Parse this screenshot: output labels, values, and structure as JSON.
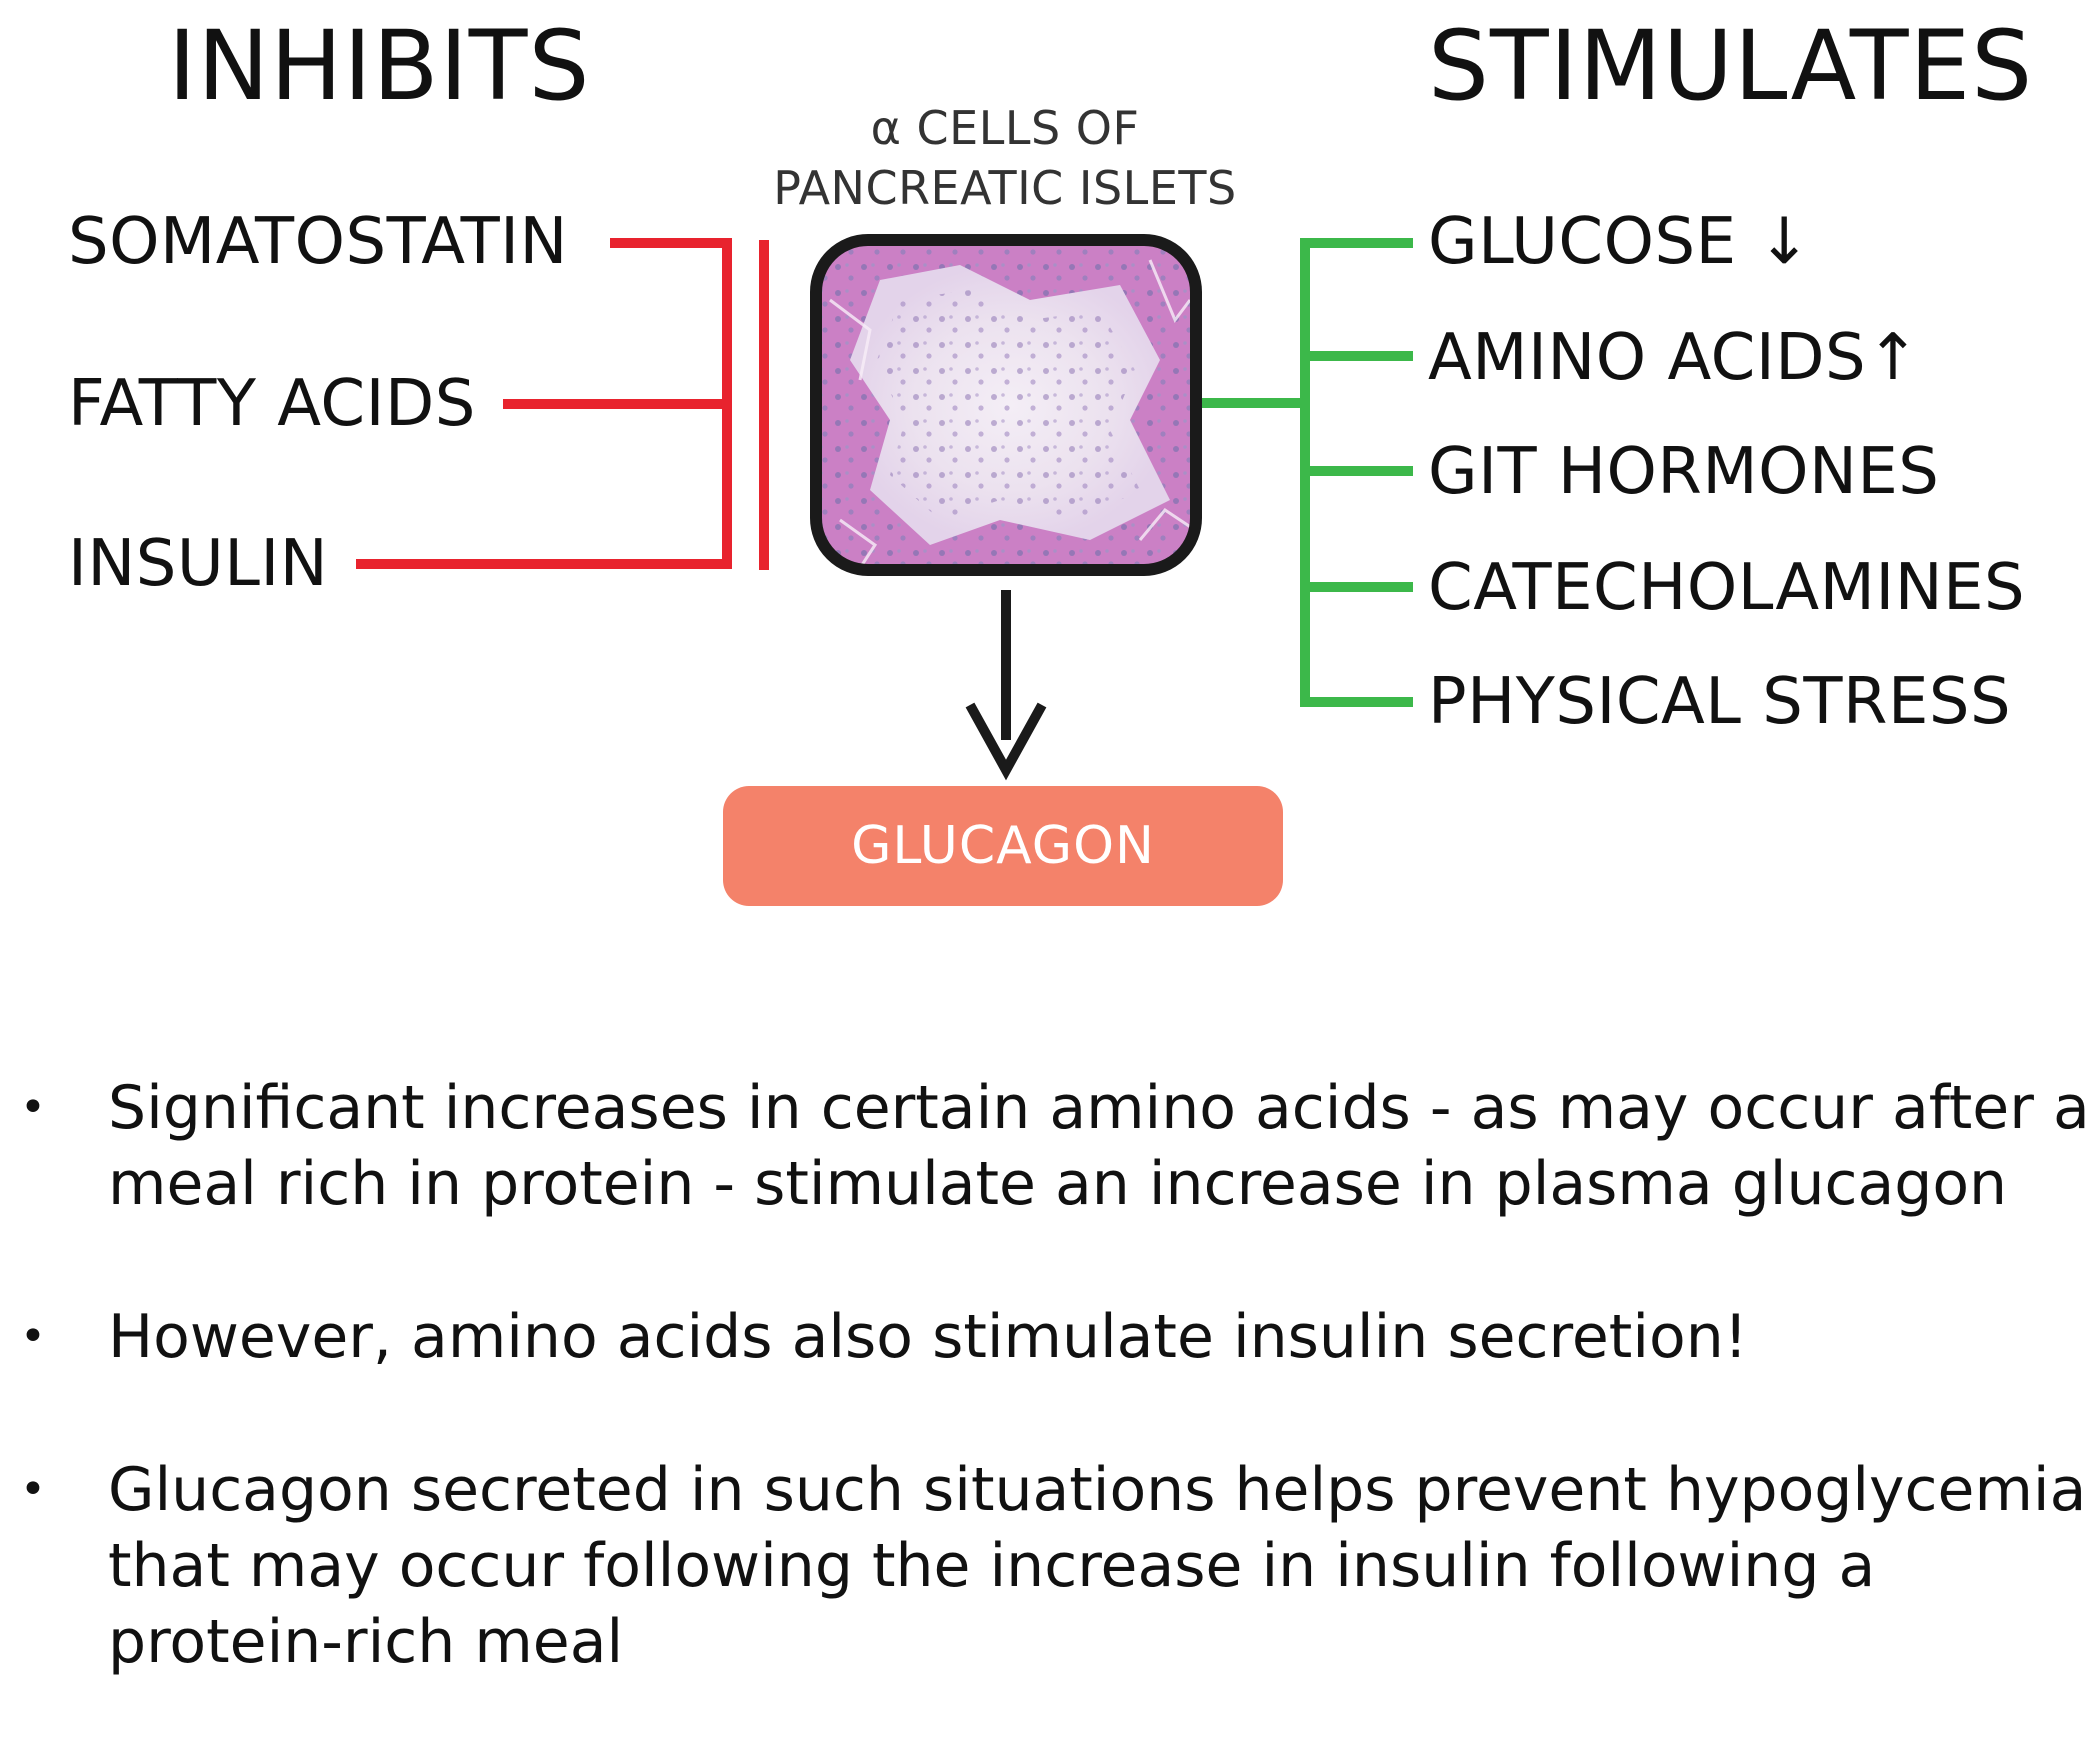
{
  "headings": {
    "inhibits": "INHIBITS",
    "stimulates": "STIMULATES"
  },
  "cell_label": {
    "line1": "α CELLS OF",
    "line2": "PANCREATIC ISLETS"
  },
  "inhibitors": [
    {
      "label": "SOMATOSTATIN"
    },
    {
      "label": "FATTY ACIDS"
    },
    {
      "label": "INSULIN"
    }
  ],
  "stimulators": [
    {
      "label": "GLUCOSE ↓"
    },
    {
      "label": "AMINO ACIDS↑"
    },
    {
      "label": "GIT HORMONES"
    },
    {
      "label": "CATECHOLAMINES"
    },
    {
      "label": "PHYSICAL STRESS"
    }
  ],
  "product": {
    "label": "GLUCAGON"
  },
  "bullets": [
    {
      "bullet": "•",
      "text": "Significant increases in certain amino acids - as may occur after a meal rich in protein - stimulate an increase in plasma glucagon"
    },
    {
      "bullet": "•",
      "text": "However, amino acids also stimulate insulin secretion!"
    },
    {
      "bullet": "•",
      "text": "Glucagon secreted in such situations helps prevent hypoglycemia that may occur following the increase in insulin following a protein-rich meal"
    }
  ],
  "colors": {
    "inhibit_line": "#e8232e",
    "stimulate_line": "#3cb84a",
    "product_box": "#f4826a",
    "arrow": "#1a1a1a"
  }
}
